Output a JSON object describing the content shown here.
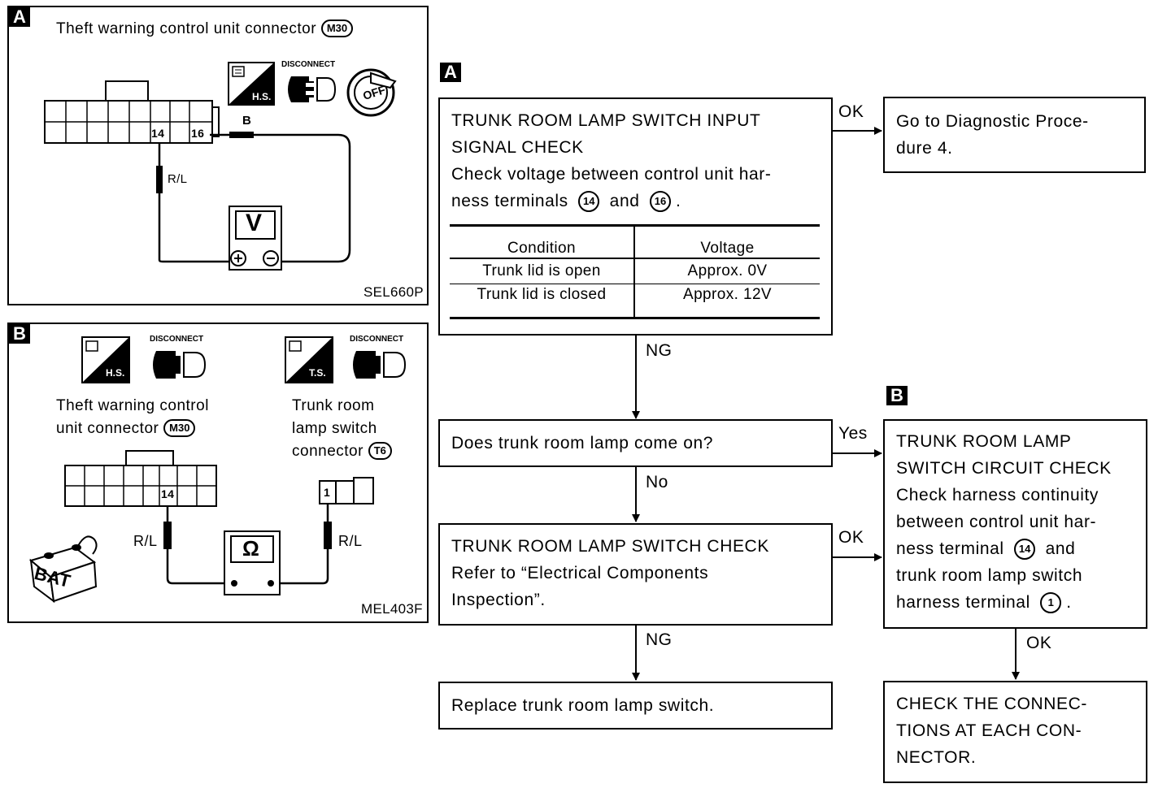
{
  "panel_a": {
    "tag": "A",
    "title": "Theft warning control unit connector",
    "connector_code": "M30",
    "pin_left": "14",
    "pin_right": "16",
    "wire_left": "R/L",
    "wire_right": "B",
    "meter_symbol": "V",
    "ref_code": "SEL660P",
    "icon_hs": "H.S.",
    "icon_disconnect": "DISCONNECT",
    "icon_off": "OFF"
  },
  "panel_b": {
    "tag": "B",
    "icon_hs": "H.S.",
    "icon_ts": "T.S.",
    "icon_disconnect": "DISCONNECT",
    "left_label_line1": "Theft warning control",
    "left_label_line2": "unit connector",
    "left_code": "M30",
    "right_label_line1": "Trunk room",
    "right_label_line2": "lamp switch",
    "right_label_line3": "connector",
    "right_code": "T6",
    "pin_left": "14",
    "pin_right": "1",
    "wire_left": "R/L",
    "wire_right": "R/L",
    "meter_symbol": "Ω",
    "battery_label": "BAT",
    "ref_code": "MEL403F"
  },
  "flow": {
    "tag_a": "A",
    "tag_b": "B",
    "box1": {
      "line1": "TRUNK ROOM LAMP SWITCH INPUT",
      "line2": "SIGNAL CHECK",
      "line3": "Check voltage between control unit har-",
      "line4_pre": "ness terminals",
      "term1": "14",
      "line4_mid": "and",
      "term2": "16",
      "line4_post": "."
    },
    "table": {
      "headers": [
        "Condition",
        "Voltage"
      ],
      "rows": [
        [
          "Trunk lid is open",
          "Approx. 0V"
        ],
        [
          "Trunk lid is closed",
          "Approx. 12V"
        ]
      ]
    },
    "go_box": {
      "line1": "Go to Diagnostic Proce-",
      "line2": "dure 4."
    },
    "q_box": {
      "text": "Does trunk room lamp come on?"
    },
    "sw_box": {
      "line1": "TRUNK ROOM LAMP SWITCH CHECK",
      "line2": "Refer to “Electrical Components",
      "line3": "Inspection”."
    },
    "replace_box": {
      "text": "Replace trunk room lamp switch."
    },
    "circuit_box": {
      "line1": "TRUNK ROOM LAMP",
      "line2": "SWITCH CIRCUIT CHECK",
      "line3": "Check harness continuity",
      "line4": "between control unit har-",
      "line5_pre": "ness terminal",
      "term1": "14",
      "line5_post": "and",
      "line6": "trunk room lamp switch",
      "line7_pre": "harness terminal",
      "term2": "1",
      "line7_post": "."
    },
    "connections_box": {
      "line1": "CHECK THE CONNEC-",
      "line2": "TIONS AT EACH CON-",
      "line3": "NECTOR."
    },
    "labels": {
      "ok1": "OK",
      "ng1": "NG",
      "yes": "Yes",
      "no": "No",
      "ok2": "OK",
      "ng2": "NG",
      "ok3": "OK"
    }
  }
}
